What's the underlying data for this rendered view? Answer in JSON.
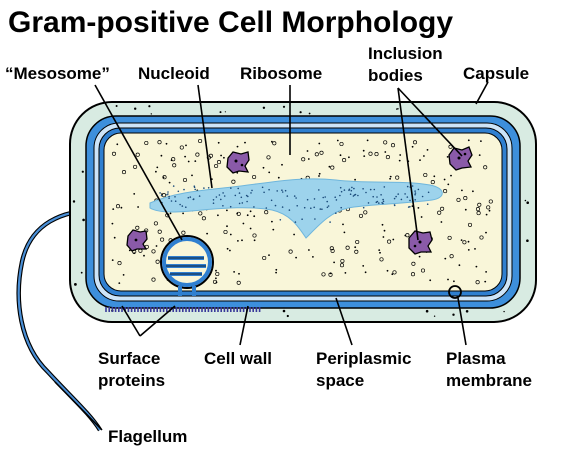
{
  "title": "Gram-positive Cell Morphology",
  "labels": {
    "mesosome": "“Mesosome”",
    "nucleoid": "Nucleoid",
    "ribosome": "Ribosome",
    "inclusion_line1": "Inclusion",
    "inclusion_line2": "bodies",
    "capsule": "Capsule",
    "surface_line1": "Surface",
    "surface_line2": "proteins",
    "cell_wall": "Cell wall",
    "periplasmic_line1": "Periplasmic",
    "periplasmic_line2": "space",
    "plasma_line1": "Plasma",
    "plasma_line2": "membrane",
    "flagellum": "Flagellum"
  },
  "colors": {
    "capsule_fill": "#d8ebe2",
    "cell_wall": "#3d8fdc",
    "periplasm": "#cde4f8",
    "membrane": "#2f7fd0",
    "cytoplasm": "#f9f6d9",
    "nucleoid": "#9dd3ec",
    "inclusion": "#8a5aa8",
    "outline": "#000000"
  }
}
